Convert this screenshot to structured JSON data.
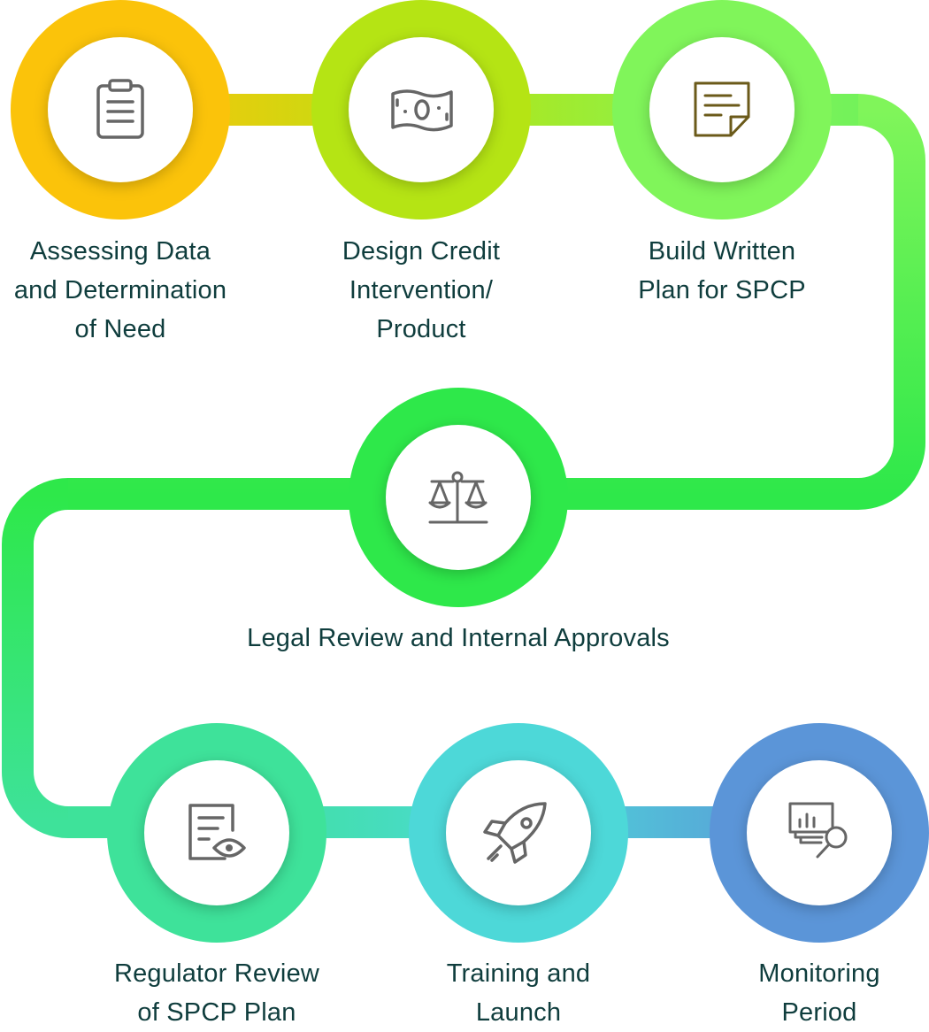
{
  "diagram": {
    "type": "process-flow",
    "steps": [
      {
        "id": "s1",
        "icon": "clipboard-icon",
        "color": "#fbc30a",
        "label_lines": [
          "Assessing Data",
          "and Determination",
          "of Need"
        ]
      },
      {
        "id": "s2",
        "icon": "banknote-icon",
        "color": "#b5e414",
        "label_lines": [
          "Design Credit",
          "Intervention/",
          "Product"
        ]
      },
      {
        "id": "s3",
        "icon": "written-document-icon",
        "color": "#80f55a",
        "label_lines": [
          "Build Written",
          "Plan for SPCP"
        ]
      },
      {
        "id": "s4",
        "icon": "scales-icon",
        "color": "#2ee84a",
        "label_lines": [
          "Legal Review and Internal Approvals"
        ]
      },
      {
        "id": "s5",
        "icon": "document-review-icon",
        "color": "#3ee29a",
        "label_lines": [
          "Regulator Review",
          "of SPCP Plan"
        ]
      },
      {
        "id": "s6",
        "icon": "rocket-icon",
        "color": "#4dd8d8",
        "label_lines": [
          "Training and",
          "Launch"
        ]
      },
      {
        "id": "s7",
        "icon": "monitoring-analytics-icon",
        "color": "#5b95d8",
        "label_lines": [
          "Monitoring",
          "Period"
        ]
      }
    ],
    "connector_colors": [
      "#fbc30a",
      "#b5e414",
      "#80f55a",
      "#2ee84a",
      "#3ee29a",
      "#4dd8d8",
      "#5b95d8"
    ],
    "icon_stroke_color": "#666666",
    "icon_accent_color": "#6b5a1a",
    "label_color": "#0f3d3d"
  }
}
